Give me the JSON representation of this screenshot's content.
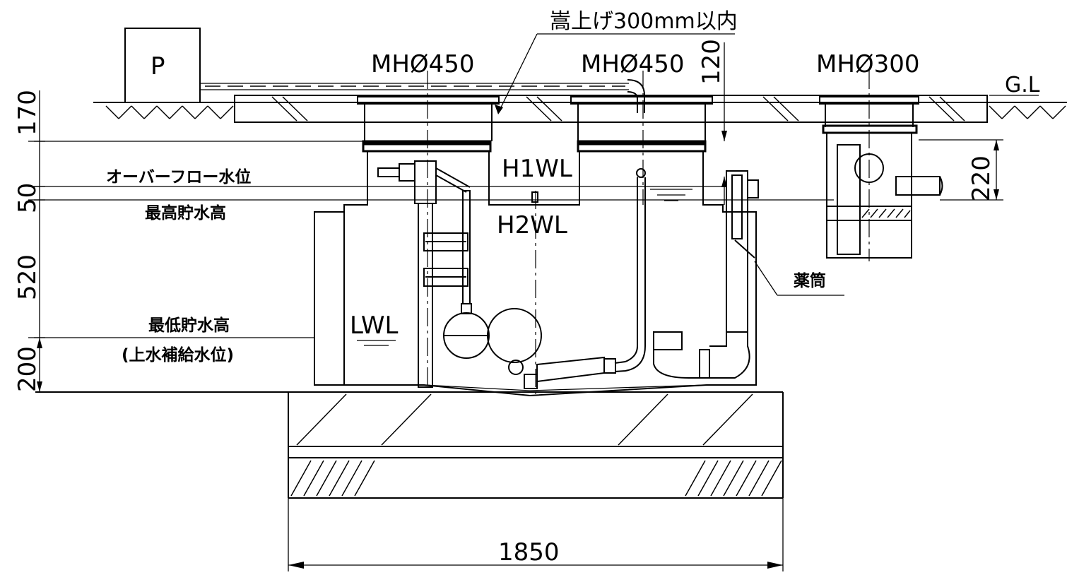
{
  "labels": {
    "pump": "P",
    "raise_note": "嵩上げ300mm以内",
    "mh1": "MHØ450",
    "mh2": "MHØ450",
    "mh3": "MHØ300",
    "gl": "G.L",
    "h1wl": "H1WL",
    "h2wl": "H2WL",
    "lwl": "LWL",
    "overflow": "オーバーフロー水位",
    "max_storage": "最高貯水高",
    "min_storage": "最低貯水高",
    "supply_level": "(上水補給水位)",
    "trap": "薬筒"
  },
  "dimensions": {
    "d170": "170",
    "d50": "50",
    "d520": "520",
    "d200": "200",
    "d120": "120",
    "d220": "220",
    "d1850": "1850"
  }
}
